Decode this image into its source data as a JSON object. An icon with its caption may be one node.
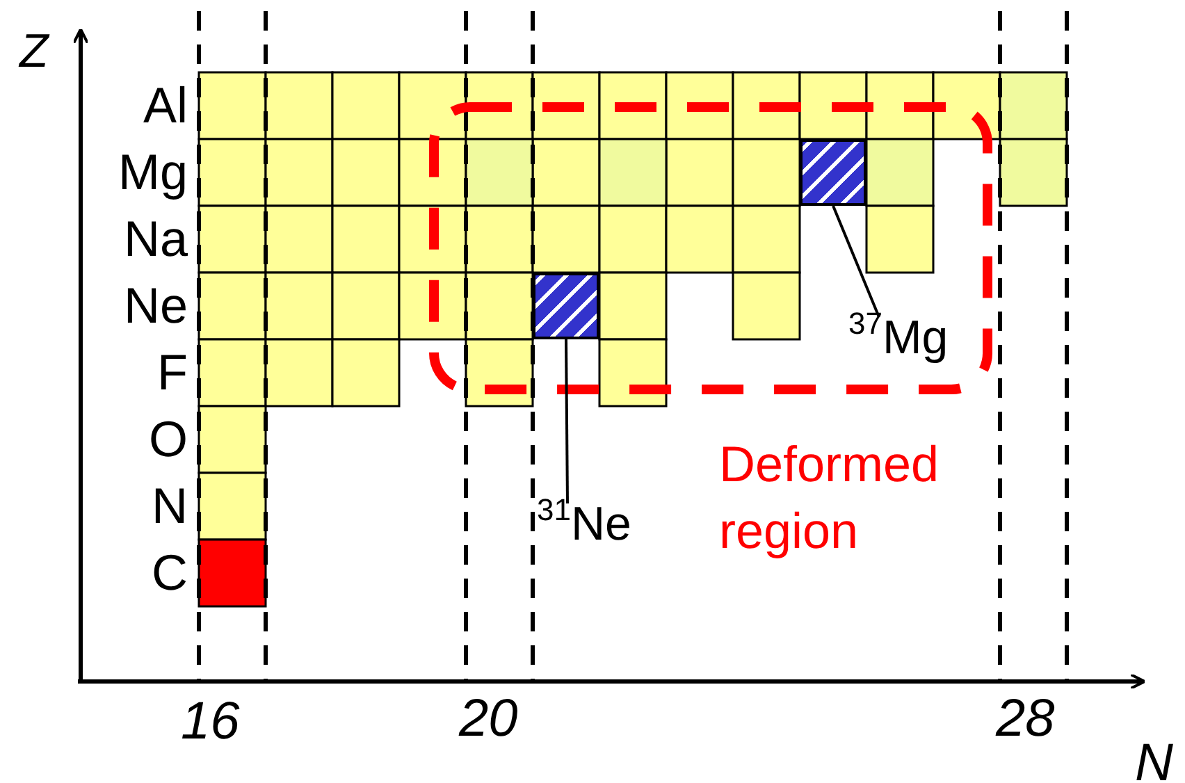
{
  "diagram": {
    "nodes": [
      {
        "text": [
          "$^{31}$Ne"
        ]
      },
      {
        "text": [],
        "shape": "box"
      },
      {
        "text": [
          "$^{37}$Mg"
        ]
      },
      {
        "text": [],
        "shape": "box"
      }
    ],
    "edges": [
      {
        "from": 0,
        "to": 1,
        "arrow": "none"
      },
      {
        "from": 2,
        "to": 3,
        "arrow": "none"
      }
    ],
    "labels": [
      "Z",
      "Al",
      "Mg",
      "Na",
      "Ne",
      "F",
      "O",
      "N",
      "C",
      "Deformed region",
      "16",
      "20",
      "28",
      "N"
    ]
  }
}
